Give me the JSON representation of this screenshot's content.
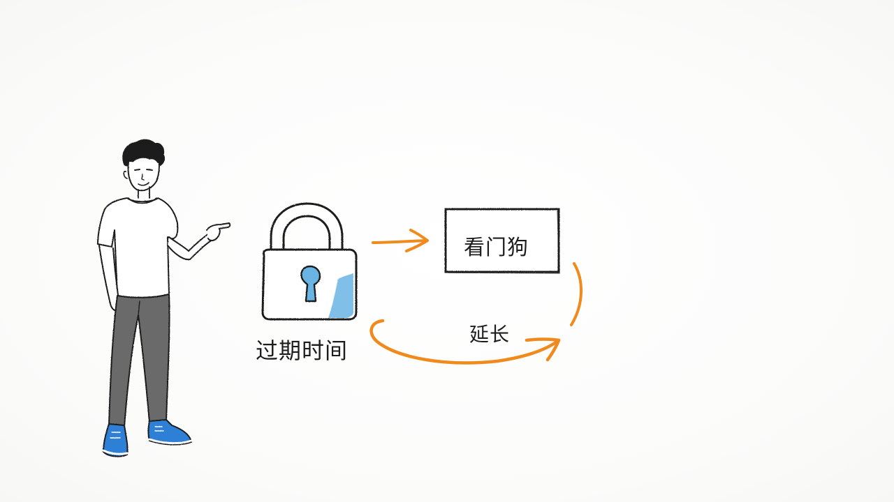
{
  "labels": {
    "lock": "过期时间",
    "box": "看门狗",
    "arrow": "延长"
  },
  "colors": {
    "ink": "#1d1d1d",
    "arrow": "#f08a1c",
    "accent_blue": "#6ab4e4",
    "shoe_blue": "#2f7fd6",
    "pants": "#6b6b6b"
  },
  "icons": {
    "person": "person-pointing-illustration",
    "lock": "padlock-icon",
    "keyhole": "keyhole-icon"
  }
}
